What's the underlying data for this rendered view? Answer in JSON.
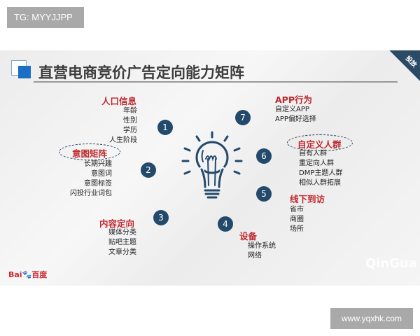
{
  "watermark_top": "TG: MYYJJPP",
  "watermark_bottom": "www.yqxhk.com",
  "slide": {
    "title": "直营电商竞价广告定向能力矩阵",
    "corner_tag": "投放",
    "groups": [
      {
        "num": "1",
        "heading": "人口信息",
        "items": [
          "年龄",
          "性别",
          "学历",
          "人生阶段"
        ]
      },
      {
        "num": "2",
        "heading": "意图矩阵",
        "items": [
          "长期兴趣",
          "意图词",
          "意图标签",
          "闪投行业词包"
        ]
      },
      {
        "num": "3",
        "heading": "内容定向",
        "items": [
          "媒体分类",
          "贴吧主题",
          "文章分类"
        ]
      },
      {
        "num": "4",
        "heading": "设备",
        "items": [
          "操作系统",
          "网络"
        ]
      },
      {
        "num": "5",
        "heading": "线下到访",
        "items": [
          "省市",
          "商圈",
          "场所"
        ]
      },
      {
        "num": "6",
        "heading": "自定义人群",
        "items": [
          "自有人群",
          "重定向人群",
          "DMP主题人群",
          "相似人群拓展"
        ]
      },
      {
        "num": "7",
        "heading": "APP行为",
        "items": [
          "自定义APP",
          "APP偏好选择"
        ]
      }
    ],
    "logo_left": {
      "latin": "Bai",
      "cn": "百度"
    },
    "logo_right": "QinGua",
    "colors": {
      "heading": "#c0282e",
      "accent": "#234a6b",
      "logo_blue": "#1a6fc4"
    }
  }
}
